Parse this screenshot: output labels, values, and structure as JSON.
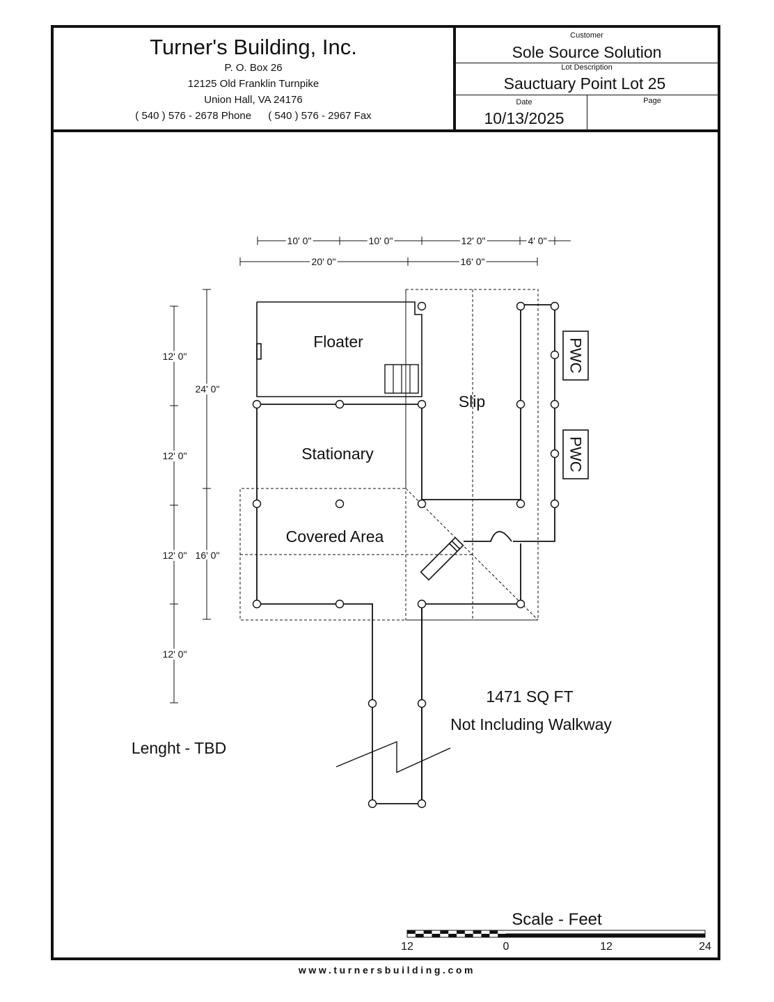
{
  "company": {
    "name": "Turner's Building, Inc.",
    "po_box": "P. O. Box 26",
    "street": "12125 Old Franklin Turnpike",
    "city": "Union Hall, VA  24176",
    "phone": "( 540 ) 576 - 2678 Phone",
    "fax": "( 540 ) 576 - 2967 Fax"
  },
  "meta": {
    "customer_label": "Customer",
    "customer": "Sole Source Solution",
    "lot_label": "Lot Description",
    "lot": "Sauctuary Point Lot 25",
    "date_label": "Date",
    "date": "10/13/2025",
    "page_label": "Page",
    "page": ""
  },
  "plan": {
    "labels": {
      "floater": "Floater",
      "stationary": "Stationary",
      "slip": "Slip",
      "covered": "Covered Area",
      "pwc1": "PWC",
      "pwc2": "PWC"
    },
    "dims_top": {
      "d1": "10' 0\"",
      "d2": "10' 0\"",
      "d3": "12' 0\"",
      "d4": "4' 0\"",
      "d5": "20' 0\"",
      "d6": "16' 0\""
    },
    "dims_left": {
      "a1": "12' 0\"",
      "a2": "12' 0\"",
      "a3": "12' 0\"",
      "a4": "12' 0\"",
      "b1": "24' 0\"",
      "b2": "16' 0\""
    },
    "area": "1471 SQ FT",
    "area_note": "Not Including Walkway",
    "length_note": "Lenght - TBD"
  },
  "scale": {
    "title": "Scale - Feet",
    "ticks": [
      "12",
      "0",
      "12",
      "24"
    ]
  },
  "footer": {
    "url": "www.turnersbuilding.com"
  }
}
